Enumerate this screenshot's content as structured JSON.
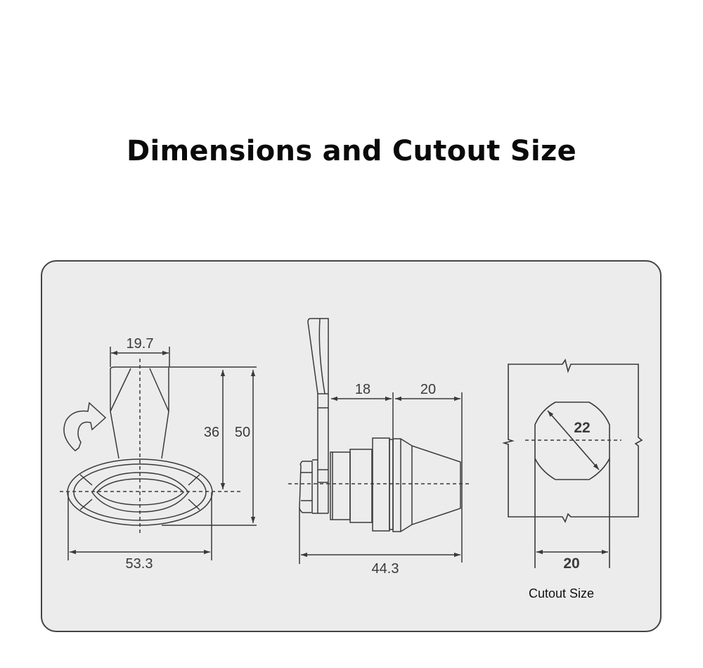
{
  "title": "Dimensions and Cutout Size",
  "colors": {
    "background": "#ffffff",
    "panel": "#ececec",
    "panel_border": "#444444",
    "line": "#3a3a3a"
  },
  "front_view": {
    "dim_head_width": "19.7",
    "dim_handle_height": "36",
    "dim_total_height": "50",
    "dim_total_width": "53.3",
    "rotation_arrow": "curved-arrow-icon"
  },
  "side_view": {
    "dim_front_length": "18",
    "dim_rear_length": "20",
    "dim_total_length": "44.3"
  },
  "cutout_view": {
    "dim_diameter": "22",
    "dim_flat_width": "20",
    "caption": "Cutout Size"
  }
}
